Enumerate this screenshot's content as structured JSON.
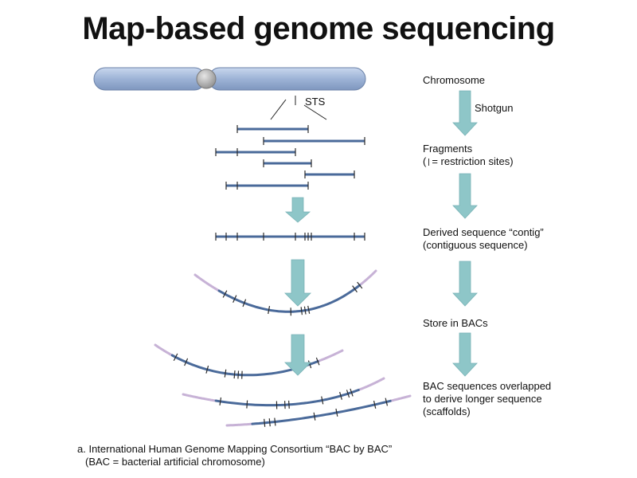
{
  "title": "Map-based genome sequencing",
  "diagram": {
    "sts_label": "STS",
    "steps": [
      {
        "lines": [
          "Chromosome"
        ]
      },
      {
        "lines": [
          "Shotgun"
        ]
      },
      {
        "lines": [
          "Fragments"
        ],
        "restriction_prefix": "(",
        "restriction_suffix": "= restriction sites)"
      },
      {
        "lines": [
          "Derived sequence “contig”",
          "(contiguous sequence)"
        ]
      },
      {
        "lines": [
          "Store in BACs"
        ]
      },
      {
        "lines": [
          "BAC sequences overlapped",
          "to derive longer sequence",
          "(scaffolds)"
        ]
      }
    ],
    "colors": {
      "chromosome_fill": "#9db3d6",
      "chromosome_stroke": "#6b82a8",
      "centromere": "#b8b8b8",
      "dna": "#4a6a9a",
      "vector": "#c7b2d6",
      "arrow": "#8ec6c8"
    }
  },
  "caption": {
    "line1": "a. International Human Genome Mapping Consortium “BAC by BAC”",
    "line2": "(BAC = bacterial artificial chromosome)"
  }
}
